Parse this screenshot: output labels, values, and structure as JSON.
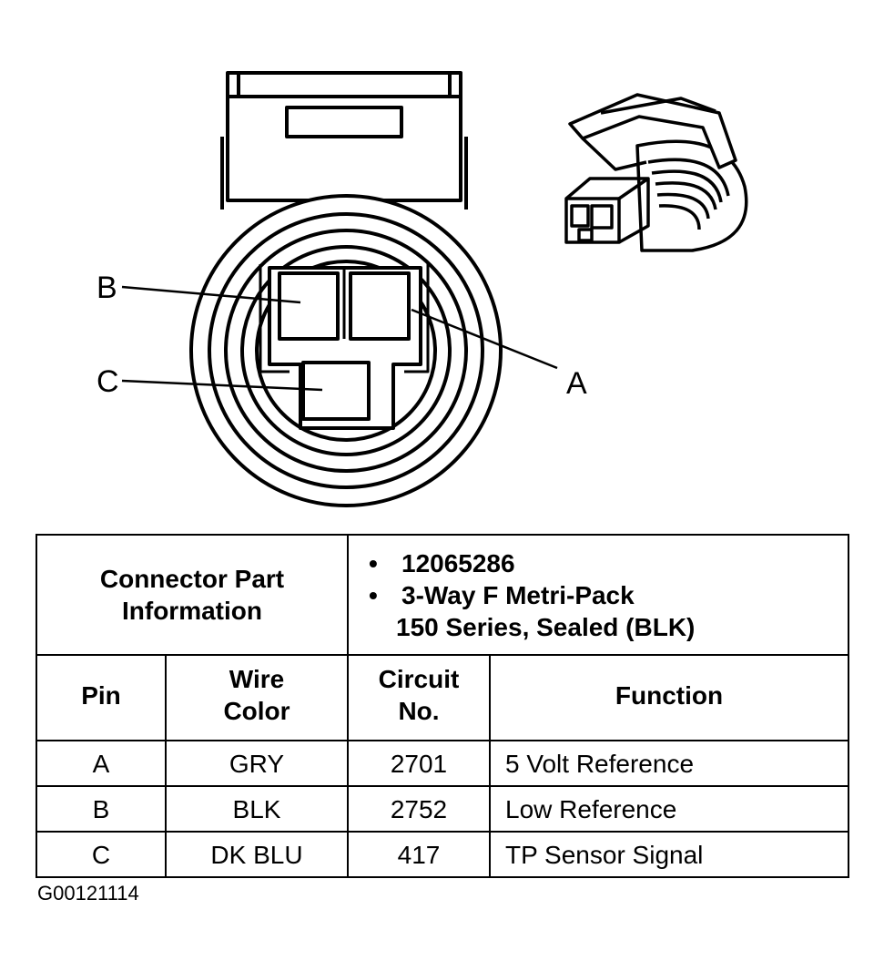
{
  "pin_labels": {
    "b": "B",
    "c": "C",
    "a": "A"
  },
  "connector_info": {
    "heading": "Connector Part\nInformation",
    "part_number": "12065286",
    "description_line1": "3-Way F Metri-Pack",
    "description_line2": "150 Series, Sealed (BLK)"
  },
  "table": {
    "headers": {
      "pin": "Pin",
      "wire_color": "Wire\nColor",
      "circuit": "Circuit\nNo.",
      "function": "Function"
    },
    "rows": [
      {
        "pin": "A",
        "wire_color": "GRY",
        "circuit": "2701",
        "function": "5 Volt Reference"
      },
      {
        "pin": "B",
        "wire_color": "BLK",
        "circuit": "2752",
        "function": "Low Reference"
      },
      {
        "pin": "C",
        "wire_color": "DK BLU",
        "circuit": "417",
        "function": "TP Sensor Signal"
      }
    ]
  },
  "figure_code": "G00121114",
  "icons": {
    "bullet": "bullet-icon"
  }
}
